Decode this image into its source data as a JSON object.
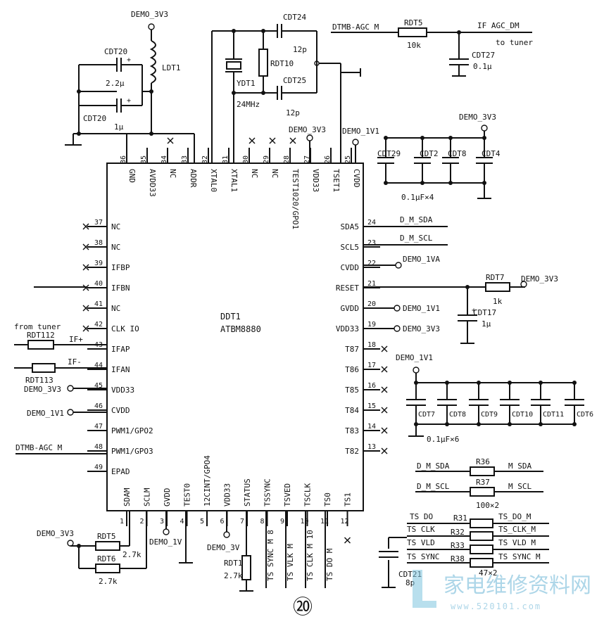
{
  "chip": {
    "ref": "DDT1",
    "part": "ATBM8880"
  },
  "top_pins": [
    {
      "num": "36",
      "name": "GND"
    },
    {
      "num": "35",
      "name": "AVDD33"
    },
    {
      "num": "34",
      "name": "NC"
    },
    {
      "num": "33",
      "name": "ADDR"
    },
    {
      "num": "32",
      "name": "XTAL0"
    },
    {
      "num": "31",
      "name": "XTAL1"
    },
    {
      "num": "30",
      "name": "NC"
    },
    {
      "num": "29",
      "name": "NC"
    },
    {
      "num": "28",
      "name": "TEST1020/GPO1"
    },
    {
      "num": "27",
      "name": "VDD33"
    },
    {
      "num": "26",
      "name": "TSET1"
    },
    {
      "num": "25",
      "name": "CVDD"
    }
  ],
  "left_pins": [
    {
      "num": "37",
      "name": "NC"
    },
    {
      "num": "38",
      "name": "NC"
    },
    {
      "num": "39",
      "name": "IFBP"
    },
    {
      "num": "40",
      "name": "IFBN"
    },
    {
      "num": "41",
      "name": "NC"
    },
    {
      "num": "42",
      "name": "CLK IO"
    },
    {
      "num": "43",
      "name": "IFAP"
    },
    {
      "num": "44",
      "name": "IFAN"
    },
    {
      "num": "45",
      "name": "VDD33"
    },
    {
      "num": "46",
      "name": "CVDD"
    },
    {
      "num": "47",
      "name": "PWM1/GPO2"
    },
    {
      "num": "48",
      "name": "PWM1/GPO3"
    },
    {
      "num": "49",
      "name": "EPAD"
    }
  ],
  "right_pins": [
    {
      "num": "24",
      "name": "SDA5"
    },
    {
      "num": "23",
      "name": "SCL5"
    },
    {
      "num": "22",
      "name": "CVDD"
    },
    {
      "num": "21",
      "name": "RESET"
    },
    {
      "num": "20",
      "name": "GVDD"
    },
    {
      "num": "19",
      "name": "VDD33"
    },
    {
      "num": "18",
      "name": "T87"
    },
    {
      "num": "17",
      "name": "T86"
    },
    {
      "num": "16",
      "name": "T85"
    },
    {
      "num": "15",
      "name": "T84"
    },
    {
      "num": "14",
      "name": "T83"
    },
    {
      "num": "13",
      "name": "T82"
    }
  ],
  "bottom_pins": [
    {
      "num": "1",
      "name": "SDAM"
    },
    {
      "num": "2",
      "name": "SCLM"
    },
    {
      "num": "3",
      "name": "GVDD"
    },
    {
      "num": "4",
      "name": "TEST0"
    },
    {
      "num": "5",
      "name": "12CINT/GPO4"
    },
    {
      "num": "6",
      "name": "VDD33"
    },
    {
      "num": "7",
      "name": "STATUS"
    },
    {
      "num": "8",
      "name": "TSSYNC"
    },
    {
      "num": "9",
      "name": "TSVED"
    },
    {
      "num": "10",
      "name": "TSCLK"
    },
    {
      "num": "11",
      "name": "TS0"
    },
    {
      "num": "12",
      "name": "TS1"
    }
  ],
  "labels": {
    "demo_3v3_top": "DEMO_3V3",
    "ldt1": "LDT1",
    "cdt20_a": "CDT20",
    "cdt20_a_val": "2.2μ",
    "cdt20_b": "CDT20",
    "cdt20_b_val": "1μ",
    "cdt24": "CDT24",
    "cdt24_val": "12p",
    "cdt25": "CDT25",
    "cdt25_val": "12p",
    "rdt10": "RDT10",
    "ydt1": "YDT1",
    "ydt1_val": "24MHz",
    "demo_3v3_p27": "DEMO_3V3",
    "demo_1v1_p25": "DEMO_1V1",
    "dtmb_agc_m_top": "DTMB-AGC M",
    "rdt5_top": "RDT5",
    "rdt5_top_val": "10k",
    "if_agc_dm": "IF AGC_DM",
    "to_tuner": "to tuner",
    "cdt27": "CDT27",
    "cdt27_val": "0.1μ",
    "demo_3v3_caps": "DEMO_3V3",
    "cdt29": "CDT29",
    "cdt2": "CDT2",
    "cdt8_top": "CDT8",
    "cdt4": "CDT4",
    "caps4_val": "0.1μF×4",
    "d_m_sda": "D_M_SDA",
    "d_m_scl": "D_M_SCL",
    "demo_1va": "DEMO_1VA",
    "rdt7": "RDT7",
    "rdt7_val": "1k",
    "demo_3v3_reset": "DEMO_3V3",
    "cdt17": "CDT17",
    "cdt17_val": "1μ",
    "demo_1v1_p20": "DEMO_1V1",
    "demo_3v3_p19": "DEMO_3V3",
    "demo_1v1_caps": "DEMO_1V1",
    "cdt7": "CDT7",
    "cdt8": "CDT8",
    "cdt9": "CDT9",
    "cdt10": "CDT10",
    "cdt11": "CDT11",
    "cdt6": "CDT6",
    "caps6_val": "0.1μF×6",
    "from_tuner": "from tuner",
    "rdt112": "RDT112",
    "if_plus": "IF+",
    "if_minus": "IF-",
    "rdt113": "RDT113",
    "demo_3v3_p45": "DEMO_3V3",
    "demo_1v1_p46": "DEMO_1V1",
    "dtmb_agc_m_left": "DTMB-AGC M",
    "m_sda_left": "D_M_SDA",
    "r36": "R36",
    "m_sda_right": "M SDA",
    "m_scl_left": "D_M_SCL",
    "r37": "R37",
    "m_scl_right": "M SCL",
    "r_val": "100×2",
    "ts_d0": "TS DO",
    "ts_clk": "TS CLK",
    "ts_vld": "TS VLD",
    "ts_sync": "TS SYNC",
    "r31": "R31",
    "r32": "R32",
    "r33": "R33",
    "r38": "R38",
    "ts_d0_m": "TS_DO_M",
    "ts_clk_m": "TS_CLK_M",
    "ts_vld_m": "TS VLD M",
    "ts_sync_m": "TS SYNC M",
    "r_ts_val": "47×2",
    "cdt21": "CDT21",
    "cdt21_val": "8p",
    "demo_3v3_bl": "DEMO_3V3",
    "rdt5_b": "RDT5",
    "rdt6_b": "RDT6",
    "r27k_a": "2.7k",
    "r27k_b": "2.7k",
    "demo_1v_b": "DEMO_1V",
    "demo_3v_b": "DEMO_3V",
    "rdt1": "RDT1",
    "rdt1_val": "2.7k",
    "ts_sync_m8": "TS SYNC M 8",
    "ts_vlk_m": "TS VLK M",
    "ts_clk_m10": "TS CLK M 10",
    "ts_d0_m11": "TS DO M",
    "figure_number": "⑳",
    "watermark_cn": "家电维修资料网",
    "watermark_url": "www.520101.com"
  }
}
